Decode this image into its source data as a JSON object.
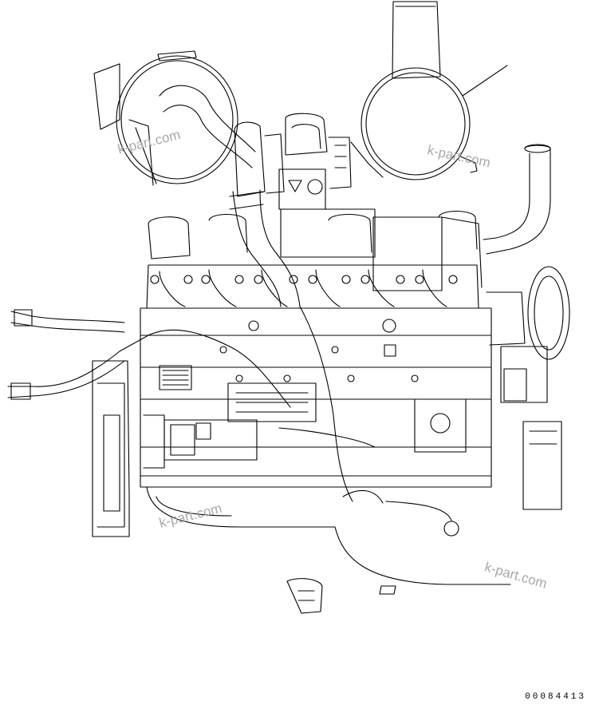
{
  "watermarks": [
    "k-part.com",
    "k-part.com",
    "k-part.com",
    "k-part.com"
  ],
  "figure_number": "00084413",
  "colors": {
    "line": "#000000",
    "watermark": "#a8a8a8",
    "background": "#ffffff"
  }
}
